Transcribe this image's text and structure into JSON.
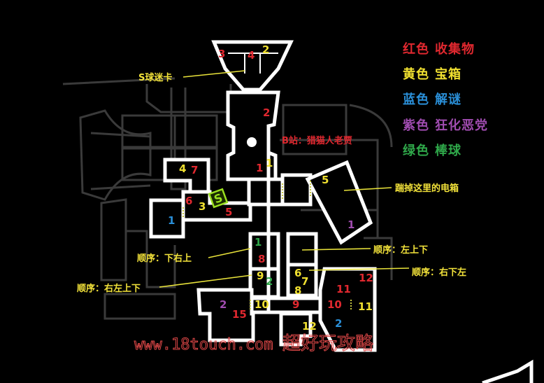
{
  "colors": {
    "background": "#000000",
    "wall": "#ffffff",
    "ghost_wall": "#3a3a3a",
    "red": "#e0282f",
    "yellow": "#f0e030",
    "blue": "#2a8fd8",
    "purple": "#a04cb0",
    "green": "#2fa84a",
    "label": "#f2e23a",
    "watermark": "#e04848",
    "save_icon": "#9be020"
  },
  "legend": [
    {
      "color_name": "红色",
      "meaning": "收集物",
      "color": "#e0282f"
    },
    {
      "color_name": "黄色",
      "meaning": "宝箱",
      "color": "#f0e030"
    },
    {
      "color_name": "蓝色",
      "meaning": "解谜",
      "color": "#2a8fd8"
    },
    {
      "color_name": "紫色",
      "meaning": "狂化恶党",
      "color": "#a04cb0"
    },
    {
      "color_name": "绿色",
      "meaning": "棒球",
      "color": "#2fa84a"
    }
  ],
  "annotations": {
    "s_ball_card": "S球迷卡",
    "b_station": "B站：猎猫人老贾",
    "kick_box": "踹掉这里的电箱",
    "order_down_right_up": "顺序：下右上",
    "order_right_left_up_down": "顺序：右左上下",
    "order_left_up_down": "顺序：左上下",
    "order_right_down_left": "顺序：右下左"
  },
  "save_point": {
    "glyph": "S"
  },
  "markers": [
    {
      "text": "3",
      "color": "red"
    },
    {
      "text": "4",
      "color": "red"
    },
    {
      "text": "2",
      "color": "yellow"
    },
    {
      "text": "2",
      "color": "red"
    },
    {
      "text": "1",
      "color": "red"
    },
    {
      "text": "1",
      "color": "yellow"
    },
    {
      "text": "4",
      "color": "yellow"
    },
    {
      "text": "7",
      "color": "red"
    },
    {
      "text": "6",
      "color": "red"
    },
    {
      "text": "3",
      "color": "yellow"
    },
    {
      "text": "5",
      "color": "red"
    },
    {
      "text": "1",
      "color": "blue"
    },
    {
      "text": "5",
      "color": "yellow"
    },
    {
      "text": "1",
      "color": "purple"
    },
    {
      "text": "1",
      "color": "green"
    },
    {
      "text": "8",
      "color": "red"
    },
    {
      "text": "9",
      "color": "yellow"
    },
    {
      "text": "2",
      "color": "green"
    },
    {
      "text": "6",
      "color": "yellow"
    },
    {
      "text": "7",
      "color": "yellow"
    },
    {
      "text": "8",
      "color": "yellow"
    },
    {
      "text": "12",
      "color": "red"
    },
    {
      "text": "11",
      "color": "red"
    },
    {
      "text": "10",
      "color": "red"
    },
    {
      "text": "11",
      "color": "yellow"
    },
    {
      "text": "9",
      "color": "red"
    },
    {
      "text": "10",
      "color": "yellow"
    },
    {
      "text": "2",
      "color": "purple"
    },
    {
      "text": "15",
      "color": "red"
    },
    {
      "text": "12",
      "color": "yellow"
    },
    {
      "text": "2",
      "color": "blue"
    }
  ],
  "watermark": {
    "url": "www.18touch.com",
    "site": "超好玩攻略"
  }
}
